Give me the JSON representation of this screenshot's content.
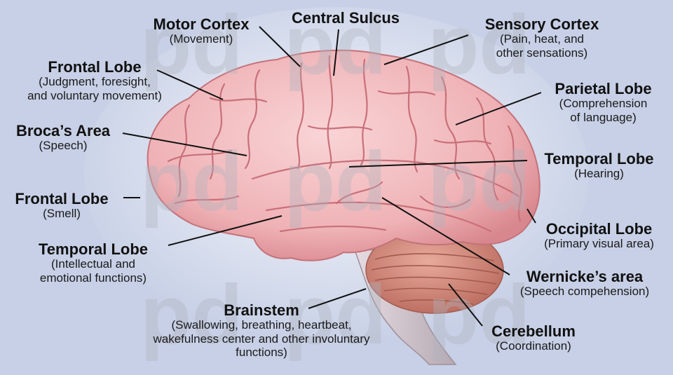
{
  "labels": {
    "motor_cortex": {
      "title": "Motor Cortex",
      "lines": [
        "(Movement)"
      ]
    },
    "central_sulcus": {
      "title": "Central Sulcus",
      "lines": []
    },
    "sensory_cortex": {
      "title": "Sensory Cortex",
      "lines": [
        "(Pain, heat, and",
        "other sensations)"
      ]
    },
    "frontal_lobe_upper": {
      "title": "Frontal Lobe",
      "lines": [
        "(Judgment, foresight,",
        "and voluntary movement)"
      ]
    },
    "parietal_lobe": {
      "title": "Parietal Lobe",
      "lines": [
        "(Comprehension",
        "of language)"
      ]
    },
    "brocas_area": {
      "title": "Broca’s Area",
      "lines": [
        "(Speech)"
      ]
    },
    "temporal_lobe_right": {
      "title": "Temporal Lobe",
      "lines": [
        "(Hearing)"
      ]
    },
    "frontal_lobe_lower": {
      "title": "Frontal Lobe",
      "lines": [
        "(Smell)"
      ]
    },
    "occipital_lobe": {
      "title": "Occipital Lobe",
      "lines": [
        "(Primary visual area)"
      ]
    },
    "temporal_lobe_left": {
      "title": "Temporal Lobe",
      "lines": [
        "(Intellectual and",
        "emotional functions)"
      ]
    },
    "wernickes_area": {
      "title": "Wernicke’s area",
      "lines": [
        "(Speech compehension)"
      ]
    },
    "brainstem": {
      "title": "Brainstem",
      "lines": [
        "(Swallowing, breathing, heartbeat,",
        "wakefulness center and other involuntary",
        "functions)"
      ]
    },
    "cerebellum": {
      "title": "Cerebellum",
      "lines": [
        "(Coordination)"
      ]
    }
  },
  "watermark": "pd",
  "colors": {
    "background": "#c7d0e6",
    "brain": "#f2b9bd",
    "cerebellum": "#d98f82",
    "lines": "#111111"
  }
}
